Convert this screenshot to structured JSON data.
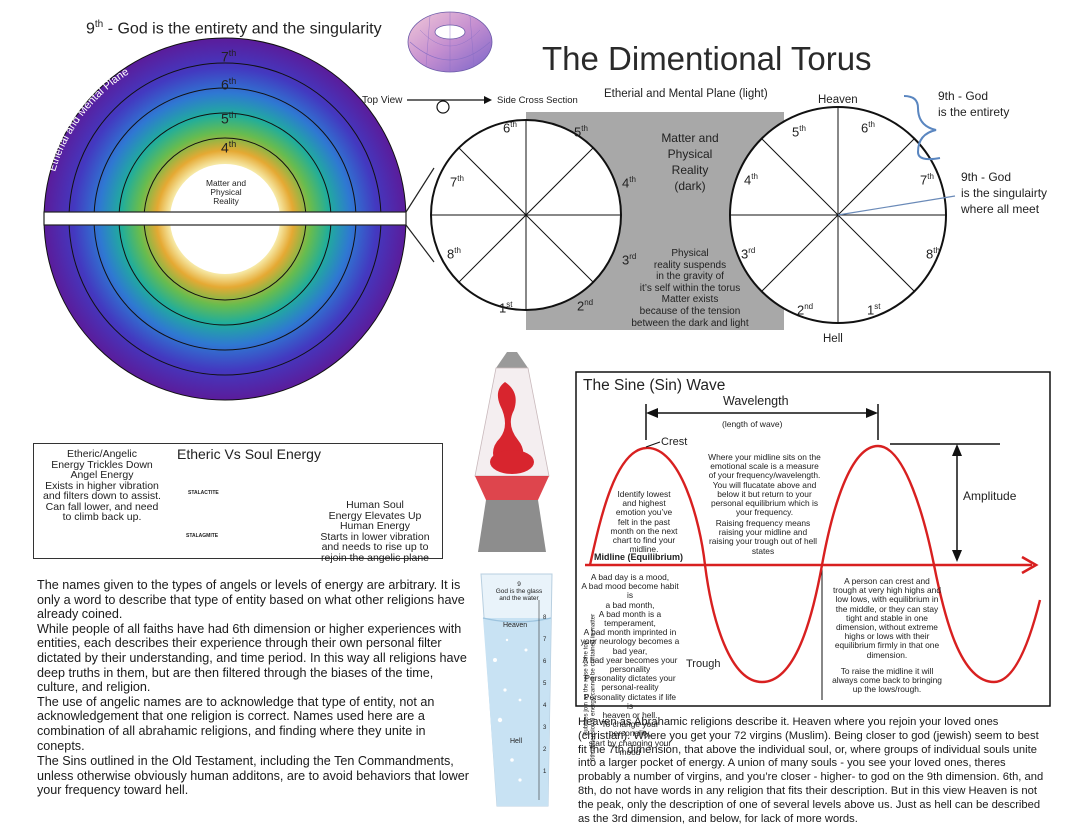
{
  "title": "The Dimentional Torus",
  "top_left_title": "9th - God is the entirety and the singularity",
  "top_left_title_sup": "th",
  "top_left_title_text": " - God is the entirety and the singularity",
  "top_left_title_num": "9",
  "ring_diagram": {
    "curved_label": "Etherial and Mental Plane",
    "center_label": [
      "Matter and",
      "Physical",
      "Reality"
    ],
    "levels": [
      {
        "num": "7",
        "sup": "th"
      },
      {
        "num": "6",
        "sup": "th"
      },
      {
        "num": "5",
        "sup": "th"
      },
      {
        "num": "4",
        "sup": "th"
      }
    ],
    "colors": [
      "#5b1fa0",
      "#3e3bc2",
      "#2f7fd6",
      "#20b39a",
      "#78c44a",
      "#e8b93a",
      "#f5e8a0"
    ]
  },
  "view_labels": {
    "top_view": "Top View",
    "side_cross_section": "Side Cross Section"
  },
  "cross_section": {
    "top_label": "Etherial and Mental Plane (light)",
    "heaven": "Heaven",
    "hell": "Hell",
    "dark_label": [
      "Matter and",
      "Physical",
      "Reality",
      "(dark)"
    ],
    "suspend_label": [
      "Physical",
      "reality suspends",
      "in the gravity of",
      "it’s self within the torus",
      "Matter exists",
      "because of the tension",
      "between the dark and light"
    ],
    "left_circle": [
      {
        "num": "6",
        "sup": "th"
      },
      {
        "num": "5",
        "sup": "th"
      },
      {
        "num": "4",
        "sup": "th"
      },
      {
        "num": "3",
        "sup": "rd"
      },
      {
        "num": "2",
        "sup": "nd"
      },
      {
        "num": "1",
        "sup": "st"
      },
      {
        "num": "8",
        "sup": "th"
      },
      {
        "num": "7",
        "sup": "th"
      }
    ],
    "right_circle": [
      {
        "num": "5",
        "sup": "th"
      },
      {
        "num": "6",
        "sup": "th"
      },
      {
        "num": "7",
        "sup": "th"
      },
      {
        "num": "8",
        "sup": "th"
      },
      {
        "num": "1",
        "sup": "st"
      },
      {
        "num": "2",
        "sup": "nd"
      },
      {
        "num": "3",
        "sup": "rd"
      },
      {
        "num": "4",
        "sup": "th"
      }
    ],
    "god_entirety": [
      "9th - God",
      "is the entirety"
    ],
    "god_singularity": [
      "9th - God",
      "is the singulairty",
      "where all meet"
    ]
  },
  "etheric_box": {
    "title": "Etheric Vs Soul Energy",
    "left_text": [
      "Etheric/Angelic",
      "Energy Trickles Down",
      "Angel Energy",
      "Exists in higher vibration",
      "and filters down to assist.",
      "Can fall lower, and need",
      "to climb back up."
    ],
    "right_text": [
      "Human Soul",
      "Energy Elevates Up",
      "Human Energy",
      "Starts in lower vibration",
      "and needs to rise up to",
      "rejoin the angelic plane"
    ],
    "stalactite": "STALACTITE",
    "stalagmite": "STALAGMITE"
  },
  "main_text": [
    "The names given to the types of angels or levels of energy are arbitrary. It is only a word to describe that type of entity based on what other religions have already coined.",
    "While people of all faiths have had 6th dimension or higher experiences with entities, each describes their experience through their own personal filter dictated by their understanding, and time period. In this way all religions have deep truths in them, but are then filtered through the biases of the time, culture, and religion.",
    "The use of angelic names are to acknowledge that type of entity, not an acknowledgement that one religion is correct. Names used here are a combination of all abrahamic religions, and finding where they unite in conepts."
  ],
  "sins_text": "The Sins outlined in the Old Testament, including the Ten Commandments, unless otherwise obviously human additons, are to avoid behaviors that lower your frequency toward hell.",
  "glass": {
    "god_label": [
      "9",
      "God is the glass",
      "and the water"
    ],
    "heaven": "Heaven",
    "hell": "Hell",
    "side_text": [
      "Bubbles join as the raise to the top.",
      "6th dimensional energy cannot be contained in matter"
    ],
    "scale": [
      "9",
      "8",
      "7",
      "6",
      "5",
      "4",
      "3",
      "2",
      "1"
    ]
  },
  "sine": {
    "title": "The Sine (Sin) Wave",
    "wavelength": "Wavelength",
    "wavelength_sub": "(length of wave)",
    "crest": "Crest",
    "trough": "Trough",
    "amplitude": "Amplitude",
    "midline": "Midline (Equilibrium)",
    "identify_text": [
      "Identify lowest",
      "and highest",
      "emotion you’ve",
      "felt in the past",
      "month on the next",
      "chart to find your",
      "midline."
    ],
    "midline_text": [
      "Where your midline sits on the",
      "emotional scale is a measure",
      "of your frequency/wavelength.",
      "You will flucatate above and",
      "below it but return to your",
      "personal equilibrium which is",
      "your frequency."
    ],
    "raising_text": [
      "Raising frequency means",
      "raising your midline and",
      "raising your trough out of hell",
      "states"
    ],
    "mood_text": [
      "A bad day is a mood,",
      "A bad mood become habit is",
      "a bad month,",
      "A bad month is a",
      "temperament,",
      "A bad month imprinted in",
      "your neurology becomes a",
      "bad year,",
      "A bad year becomes your",
      "personality",
      "Personality dictates your",
      "personal-reality",
      "Personality dictates if life is",
      "heaven or hell.",
      "To change your personality,",
      "start by changing your mood"
    ],
    "crest_text": [
      "A person can crest and",
      "trough at very high highs and",
      "low lows, with equilibrium in",
      "the middle, or they can stay",
      "tight and stable in one",
      "dimension, without extreme",
      "highs or lows with their",
      "equilibrium firmly in that one",
      "dimension."
    ],
    "raise_midline_text": [
      "To raise the midline it will",
      "always come back to bringing",
      "up the lows/rough."
    ]
  },
  "heaven_paragraph": "Heaven as Abrahamic religions describe it. Heaven where you rejoin your loved ones (christian). Where you get your 72 virgins (Muslim). Being closer to god (jewish) seem to best fit the 7th dimension, that above the individual soul, or, where groups of individual souls unite into a larger pocket of energy. A union of many souls - you see your loved ones, theres probably a number of virgins, and you’re closer - higher- to god on the 9th dimension. 6th, and 8th, do not have words in any religion that fits their description. But in this view Heaven is not the peak, only the description of one of several levels above us. Just as hell can be described as the 3rd dimension, and below, for lack of more words."
}
